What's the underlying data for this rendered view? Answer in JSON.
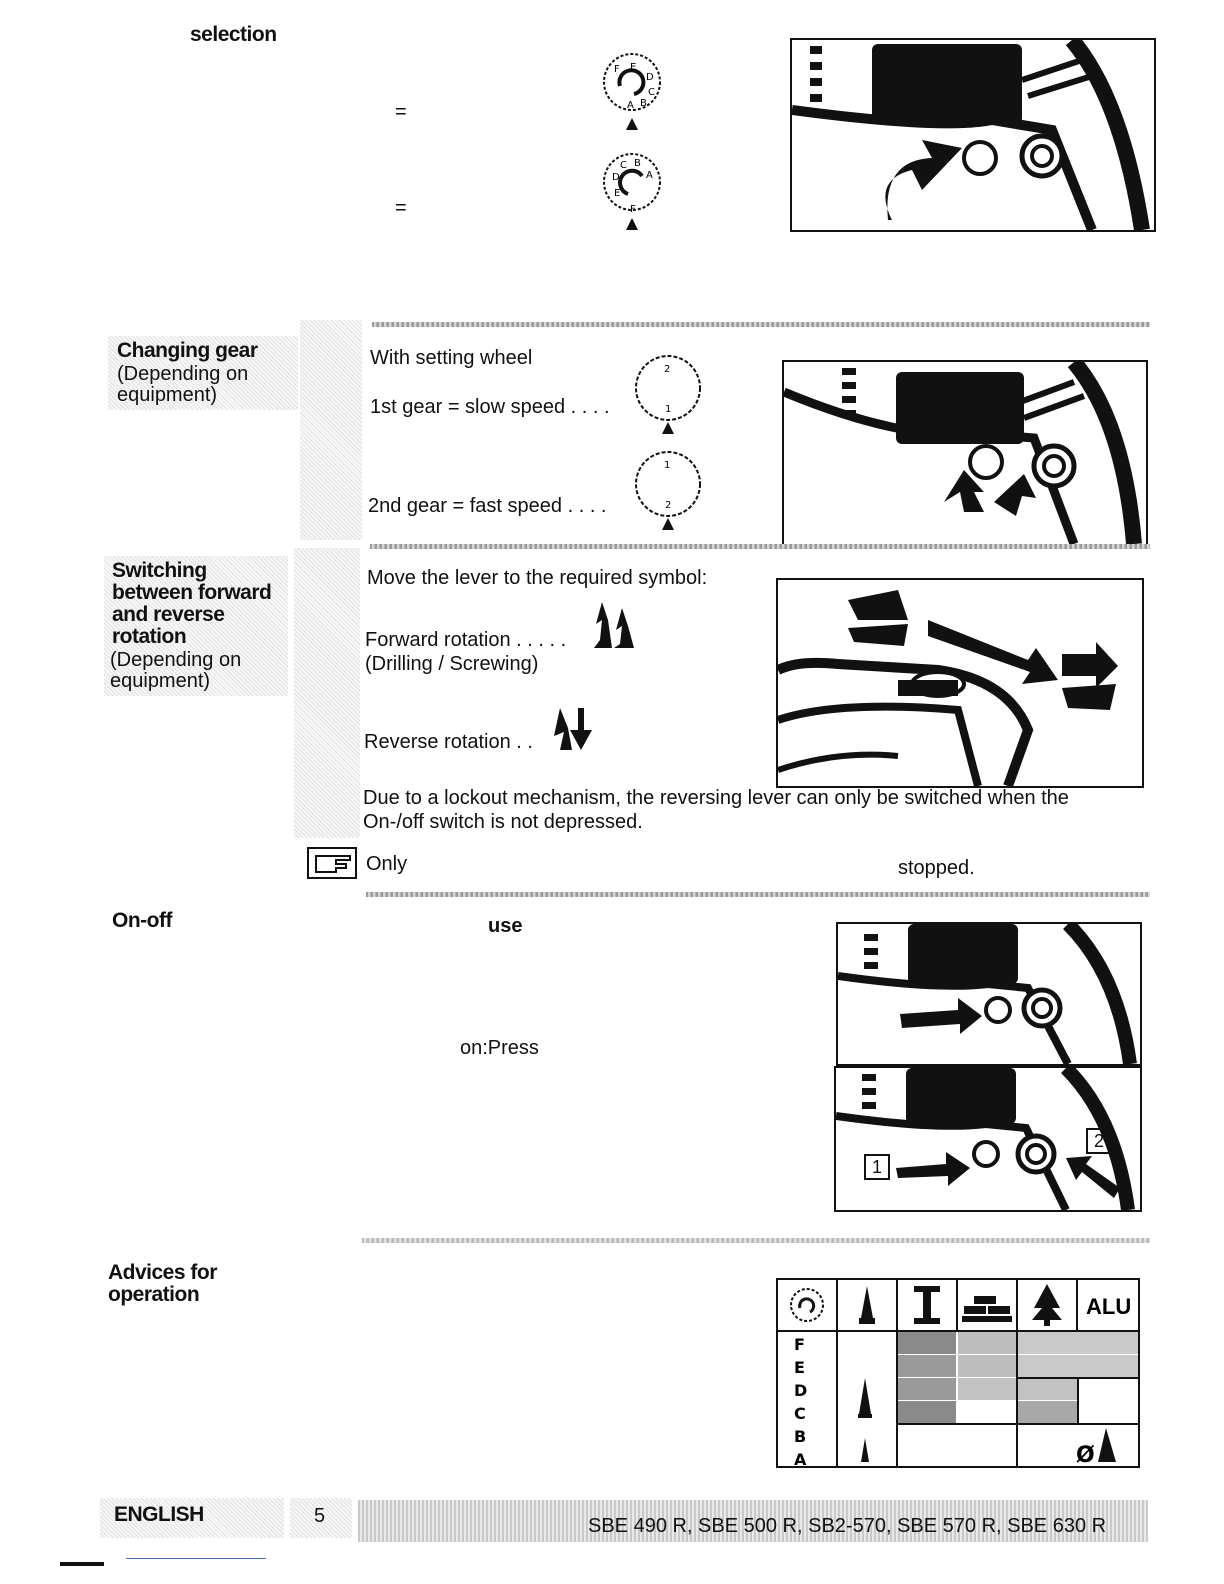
{
  "sections": {
    "speed_selection": {
      "title": "selection",
      "eq1": "=",
      "eq2": "="
    },
    "changing_gear": {
      "title": "Changing gear",
      "subtitle": "(Depending on equipment)",
      "intro": "With setting wheel",
      "gear1": "1st gear = slow speed . . . .",
      "gear2": "2nd gear = fast speed . . . .",
      "dial1_top": "2",
      "dial1_bottom": "1",
      "dial2_top": "1",
      "dial2_bottom": "2"
    },
    "rotation": {
      "title": "Switching between forward and reverse rotation",
      "subtitle": "(Depending on equipment)",
      "intro": "Move the lever to the required symbol:",
      "forward": "Forward rotation . . . . .",
      "forward_note": "(Drilling / Screwing)",
      "reverse": "Reverse rotation . .",
      "lockout": "Due to a lockout mechanism, the reversing lever can only be switched when the On-/off switch is not depressed.",
      "only": "Only",
      "stopped": "stopped."
    },
    "onoff": {
      "title": "On-off",
      "use": "use",
      "on_press": "on:Press",
      "label1": "1",
      "label2": "2"
    },
    "advices": {
      "title": "Advices for operation",
      "table_rows": [
        "F",
        "E",
        "D",
        "C",
        "B",
        "A"
      ],
      "alu": "ALU",
      "dia": "Ø"
    }
  },
  "footer": {
    "language": "ENGLISH",
    "page": "5",
    "models": "SBE 490 R, SBE 500 R, SB2-570, SBE 570 R, SBE 630 R"
  },
  "dial_letters": [
    "A",
    "B",
    "C",
    "D",
    "E",
    "F"
  ]
}
